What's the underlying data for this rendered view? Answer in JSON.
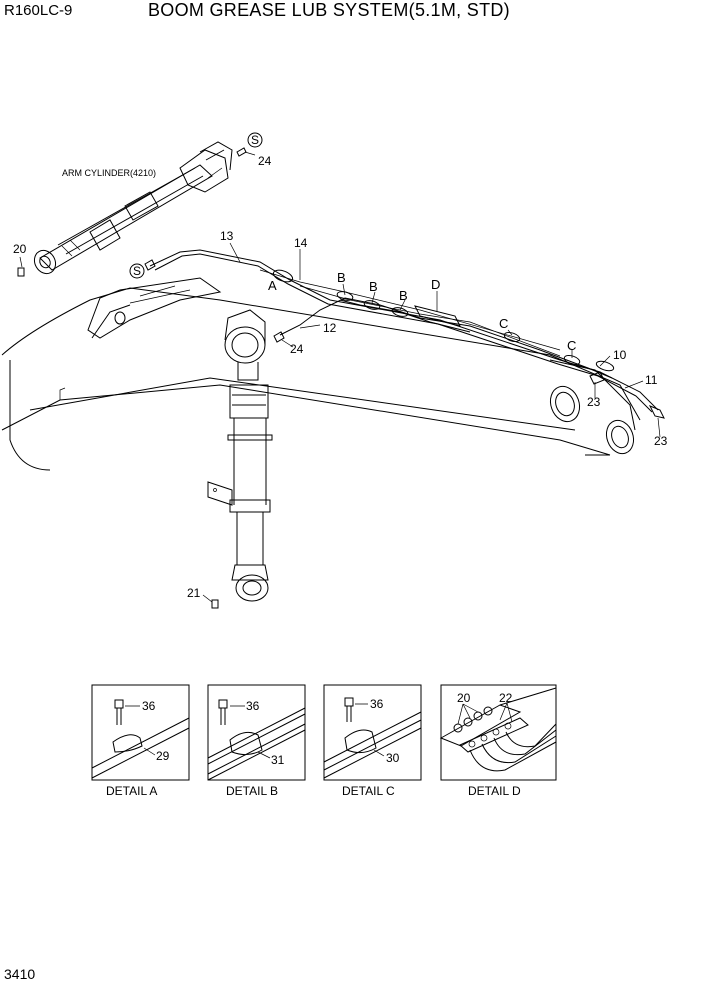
{
  "header": {
    "model": "R160LC-9",
    "title": "BOOM GREASE LUB SYSTEM(5.1M, STD)"
  },
  "page_number": "3410",
  "main_drawing": {
    "component_label": "ARM CYLINDER(4210)",
    "symbol_s": "S",
    "detail_markers": [
      "A",
      "B",
      "B",
      "B",
      "C",
      "C",
      "D"
    ],
    "callouts": [
      "10",
      "11",
      "12",
      "13",
      "14",
      "20",
      "21",
      "23",
      "23",
      "24",
      "24"
    ]
  },
  "details": [
    {
      "caption": "DETAIL  A",
      "parts": [
        "36",
        "29"
      ]
    },
    {
      "caption": "DETAIL  B",
      "parts": [
        "36",
        "31"
      ]
    },
    {
      "caption": "DETAIL  C",
      "parts": [
        "36",
        "30"
      ]
    },
    {
      "caption": "DETAIL  D",
      "parts": [
        "20",
        "22"
      ]
    }
  ]
}
